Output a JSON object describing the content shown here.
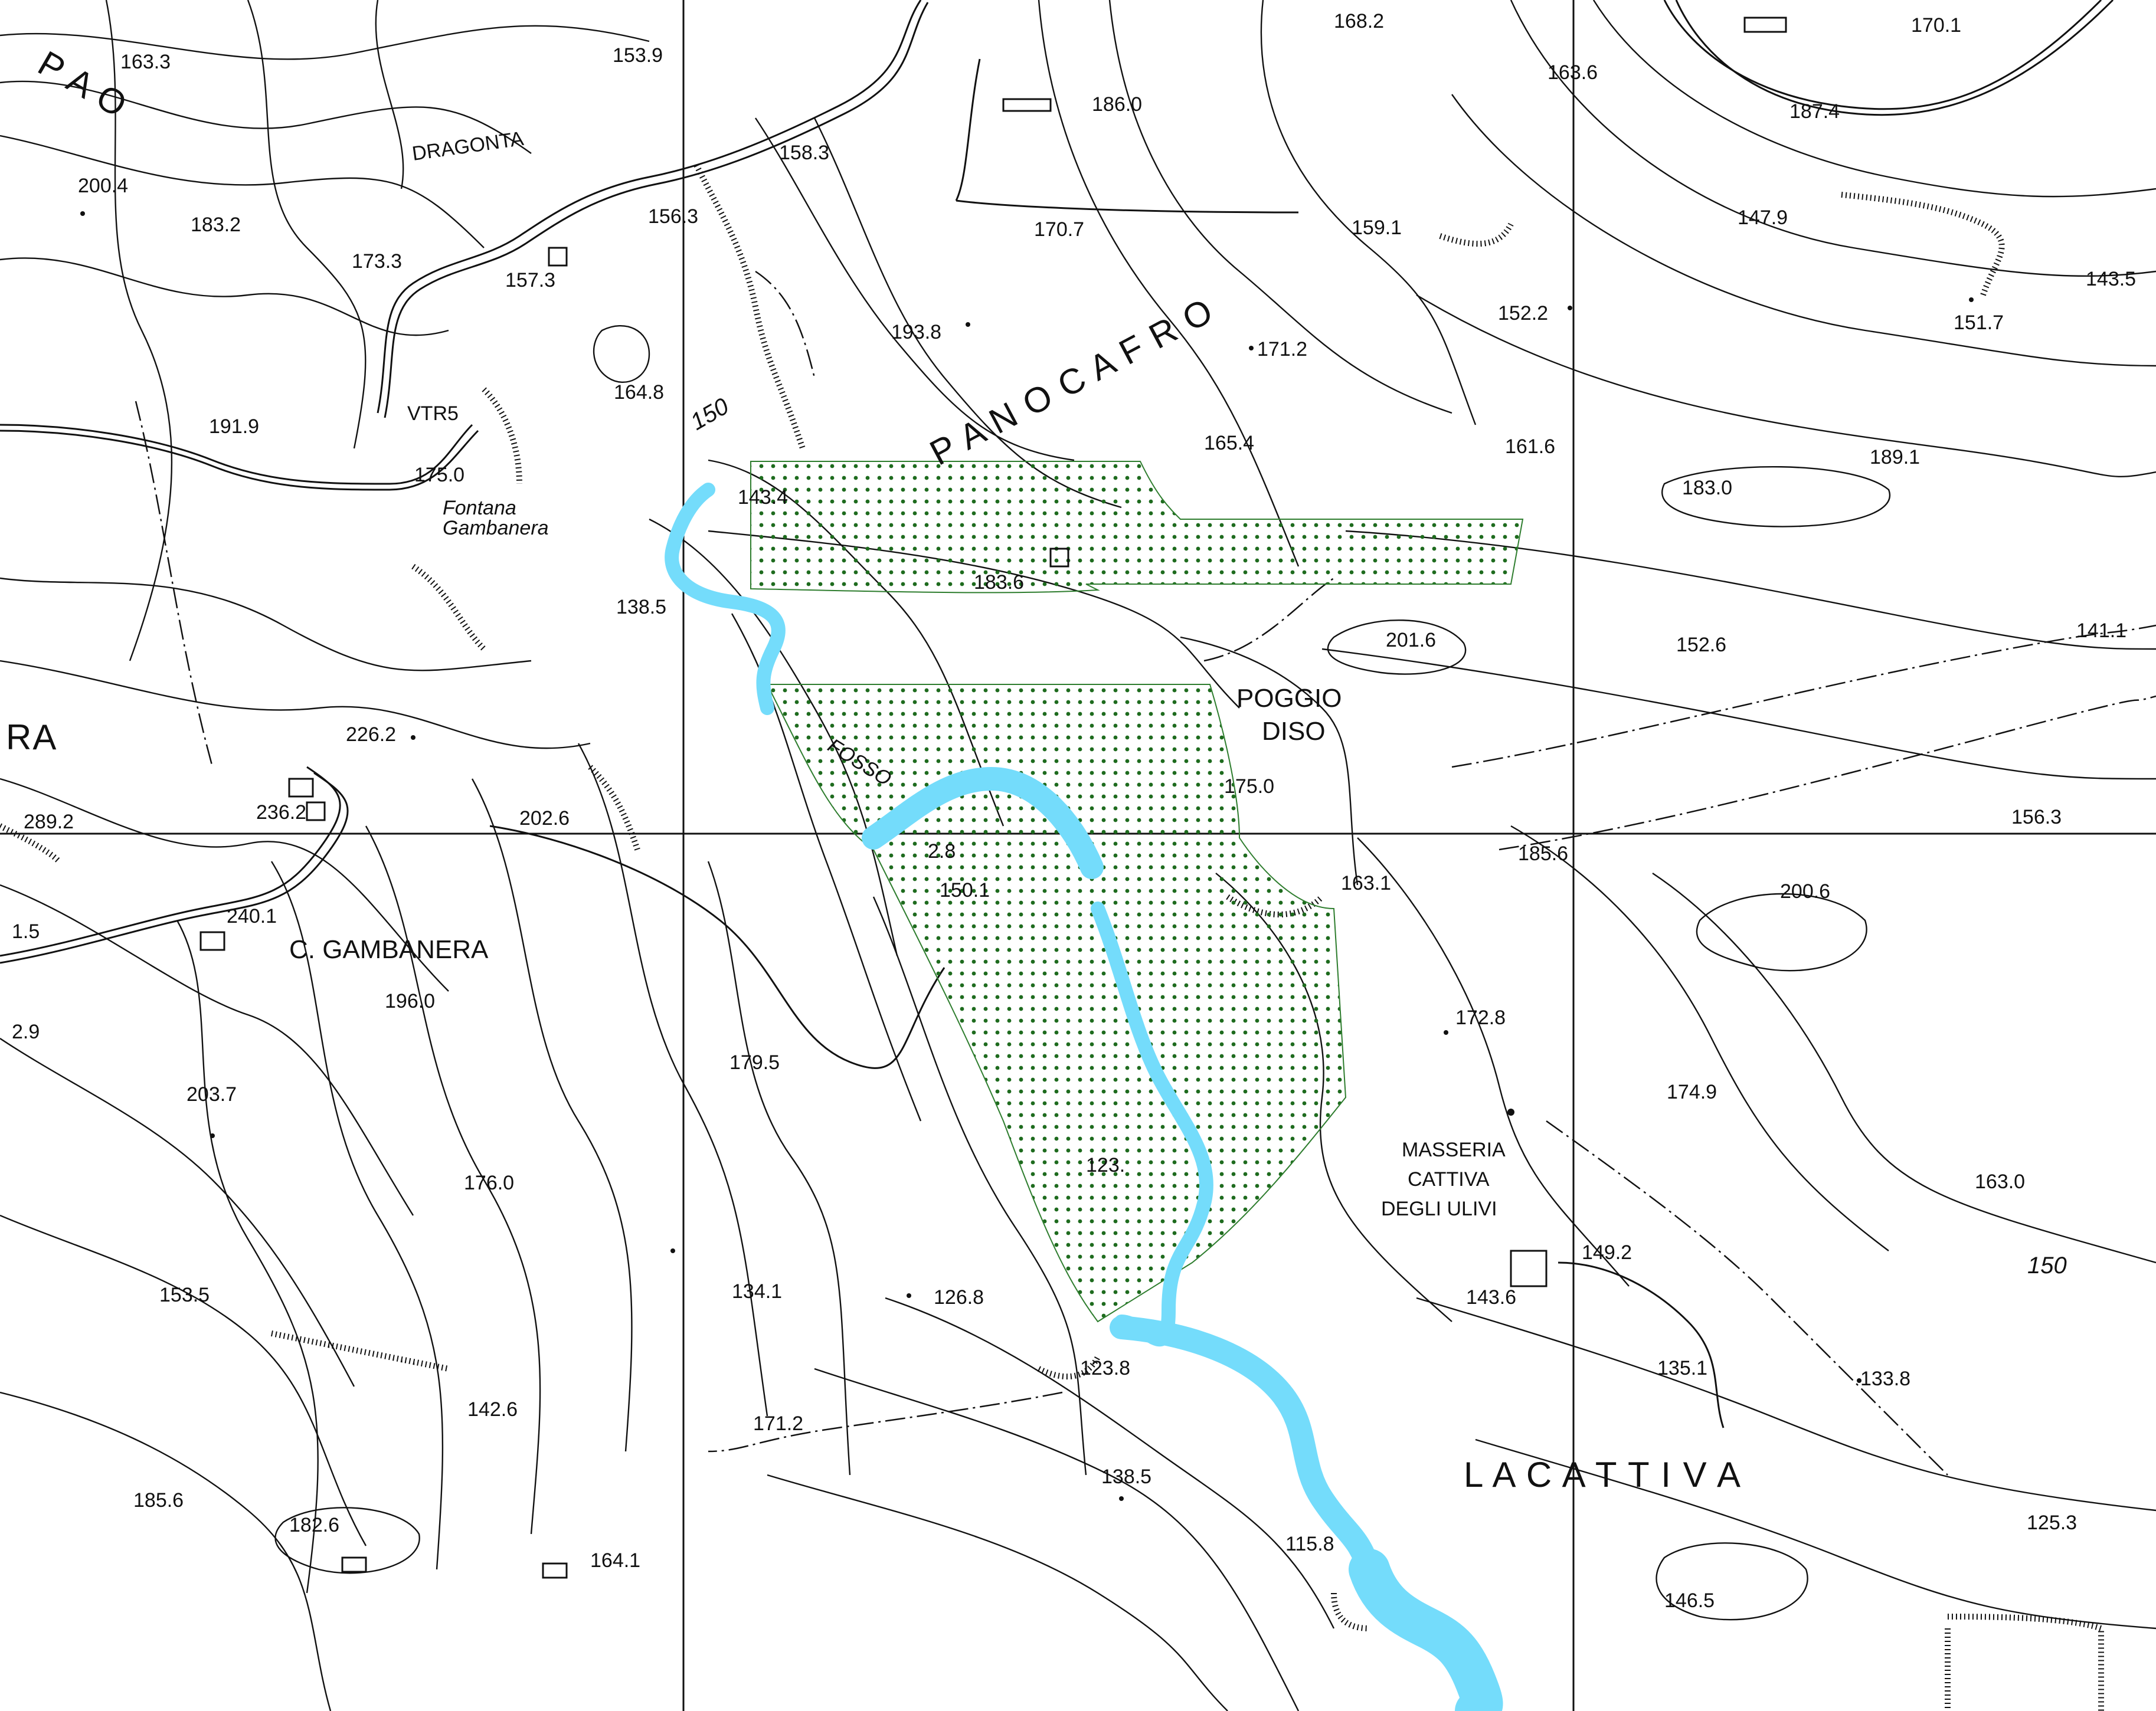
{
  "colors": {
    "background": "#ffffff",
    "linework": "#111111",
    "watercourse": "#74dcfb",
    "forest_dot": "#1e6b1e",
    "forest_outline": "#2e7d2e"
  },
  "regions": [
    {
      "text": "P   A   N   O       C   A   F   R   O"
    },
    {
      "text": "L    A        C    A    T    T    I    V    A"
    },
    {
      "text": "RA"
    },
    {
      "text": "P    A    O"
    }
  ],
  "places": [
    {
      "text": "DRAGONTA"
    },
    {
      "text": "POGGIO"
    },
    {
      "text": "DISO"
    },
    {
      "text": "C. GAMBANERA"
    },
    {
      "text": "MASSERIA"
    },
    {
      "text": "CATTIVA"
    },
    {
      "text": "DEGLI ULIVI"
    },
    {
      "text": "Fontana"
    },
    {
      "text": "Gambanera"
    },
    {
      "text": "FOSSO"
    },
    {
      "text": "VTR5"
    }
  ],
  "contour_labels": [
    {
      "text": "150"
    },
    {
      "text": "150"
    }
  ],
  "elevations": [
    {
      "text": "163.3"
    },
    {
      "text": "200.4"
    },
    {
      "text": "183.2"
    },
    {
      "text": "173.3"
    },
    {
      "text": "157.3"
    },
    {
      "text": "153.9"
    },
    {
      "text": "158.3"
    },
    {
      "text": "156.3"
    },
    {
      "text": "186.0"
    },
    {
      "text": "170.7"
    },
    {
      "text": "168.2"
    },
    {
      "text": "159.1"
    },
    {
      "text": "163.6"
    },
    {
      "text": "187.4"
    },
    {
      "text": "170.1"
    },
    {
      "text": "147.9"
    },
    {
      "text": "143.5"
    },
    {
      "text": "151.7"
    },
    {
      "text": "152.2"
    },
    {
      "text": "193.8"
    },
    {
      "text": "171.2"
    },
    {
      "text": "164.8"
    },
    {
      "text": "191.9"
    },
    {
      "text": "175.0"
    },
    {
      "text": "143.4"
    },
    {
      "text": "165.4"
    },
    {
      "text": "161.6"
    },
    {
      "text": "189.1"
    },
    {
      "text": "183.0"
    },
    {
      "text": "183.6"
    },
    {
      "text": "138.5"
    },
    {
      "text": "201.6"
    },
    {
      "text": "152.6"
    },
    {
      "text": "141.1"
    },
    {
      "text": "226.2"
    },
    {
      "text": "175.0"
    },
    {
      "text": "289.2"
    },
    {
      "text": "236.2"
    },
    {
      "text": "202.6"
    },
    {
      "text": "2.8"
    },
    {
      "text": "163.1"
    },
    {
      "text": "185.6"
    },
    {
      "text": "156.3"
    },
    {
      "text": "150.1"
    },
    {
      "text": "200.6"
    },
    {
      "text": "240.1"
    },
    {
      "text": "1.5"
    },
    {
      "text": "196.0"
    },
    {
      "text": "2.9"
    },
    {
      "text": "172.8"
    },
    {
      "text": "179.5"
    },
    {
      "text": "174.9"
    },
    {
      "text": "203.7"
    },
    {
      "text": "176.0"
    },
    {
      "text": "123."
    },
    {
      "text": "163.0"
    },
    {
      "text": "149.2"
    },
    {
      "text": "153.5"
    },
    {
      "text": "134.1"
    },
    {
      "text": "126.8"
    },
    {
      "text": "143.6"
    },
    {
      "text": "135.1"
    },
    {
      "text": "133.8"
    },
    {
      "text": "142.6"
    },
    {
      "text": "123.8"
    },
    {
      "text": "171.2"
    },
    {
      "text": "185.6"
    },
    {
      "text": "138.5"
    },
    {
      "text": "125.3"
    },
    {
      "text": "182.6"
    },
    {
      "text": "164.1"
    },
    {
      "text": "115.8"
    },
    {
      "text": "146.5"
    }
  ]
}
